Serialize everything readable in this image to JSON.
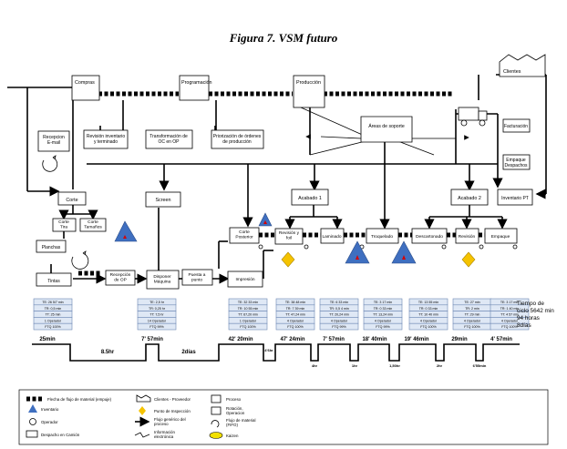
{
  "title": "Figura 7. VSM futuro",
  "processes_top": [
    "Compras",
    "Programación",
    "Producción"
  ],
  "clients_label": "Clientes",
  "info_boxes": [
    "Recepcion\nE-mail",
    "Revisión inventario\ny terminado",
    "Transformación de\nOC en OP",
    "Priorización de órdenes\nde producción"
  ],
  "support_label": "Áreas de soporte",
  "billing_label": "Facturación",
  "packing_ship_label": "Empaque\nDespachos",
  "pt_inventory_label": "Inventario PT",
  "finish1_label": "Acabado 1",
  "finish2_label": "Acabado 2",
  "cut_label": "Corte",
  "screen_label": "Screen",
  "cut_sheet_label": "Corte\nTira",
  "cut_size_label": "Corte\nTamaños",
  "plates_label": "Planchas",
  "inks_label": "Tintas",
  "op_reception_label": "Recepción\nde OP",
  "machine_setup_label": "Disponer\nMáquina",
  "start_label": "Puesta a\npunto",
  "print_label": "Impresión",
  "post_cut_label": "Corte\nPosterior",
  "line_procs": [
    "Revisión y\nfoil",
    "Laminado",
    "Troquelado",
    "Descartonado",
    "Revisión",
    "Empaque"
  ],
  "data_boxes": [
    [
      "TE: 26 5/7 min",
      "TR: 0,5 min",
      "TT: 25 min",
      "1 Operador",
      "FTQ 100%"
    ],
    [
      "TE: 2,5 hr",
      "TR: 0,25 hr",
      "TT: 7,5 hr",
      "14 Operador",
      "FTQ 99%"
    ],
    [
      "TE: 32 33 min",
      "TR: 10 55 min",
      "TT: 67,20 min",
      "1 Operador",
      "FTQ 100%"
    ],
    [
      "TE: 38 48 min",
      "TR: 7 39 min",
      "TT: 47,24 min",
      "4 Operador",
      "FTQ 100%"
    ],
    [
      "TE: 6 33 min",
      "TR: 0,5 4 min",
      "TT: 20,24 min",
      "4 Operador",
      "FTQ 99%"
    ],
    [
      "TE: 3 17 min",
      "TR: 0 33 min",
      "TT: 13,24 min",
      "4 Operador",
      "FTQ 99%"
    ],
    [
      "TE: 13 55 min",
      "TR: 0 33 min",
      "TT: 10 40 min",
      "4 Operador",
      "FTQ 100%"
    ],
    [
      "TE: 27 min",
      "TR: 2 min",
      "TT: 29 min",
      "4 Operador",
      "FTQ 100%"
    ],
    [
      "TE: 3 17 min",
      "TR: 1 40 min",
      "TT: 4 57 min",
      "4 Operador",
      "FTQ 100%"
    ]
  ],
  "timeline_top": [
    "25min",
    "7' 57min",
    "42' 20min",
    "47' 24min",
    "7' 57min",
    "18' 40min",
    "19' 46min",
    "29min",
    "4' 57min"
  ],
  "timeline_bottom": [
    "8.5hr",
    "2días",
    "4'6hr",
    "4hr",
    "1hr",
    "1,50hr",
    "2hr",
    "6'55min"
  ],
  "cycle_note": [
    "Tiempo de",
    "ciclo 5642 min",
    "94 horas",
    "8días"
  ],
  "legend": {
    "push": "Flecha de flujo de material (empuje)",
    "inventory": "Inventario",
    "operator": "Operador",
    "shipping": "Despacho en Camión",
    "clients": "Clientes - Proveedor",
    "inspection": "Punto de Inspección",
    "generic_flow": "Flujo genérico del\nproceso",
    "electronic": "Información\nelectrónica",
    "process": "Proceso",
    "rework": "Rotación,\nOperacion",
    "material_flow": "Flujo de material\n(FIFO)",
    "kaizen": "Kaizen"
  },
  "colors": {
    "data_fill": "#dfe8f5",
    "data_stroke": "#6d87b3",
    "inventory": "#3f6fc0",
    "kaizen_red": "#d40000",
    "inspection": "#f5c300",
    "kaizen_star": "#f2e000"
  }
}
